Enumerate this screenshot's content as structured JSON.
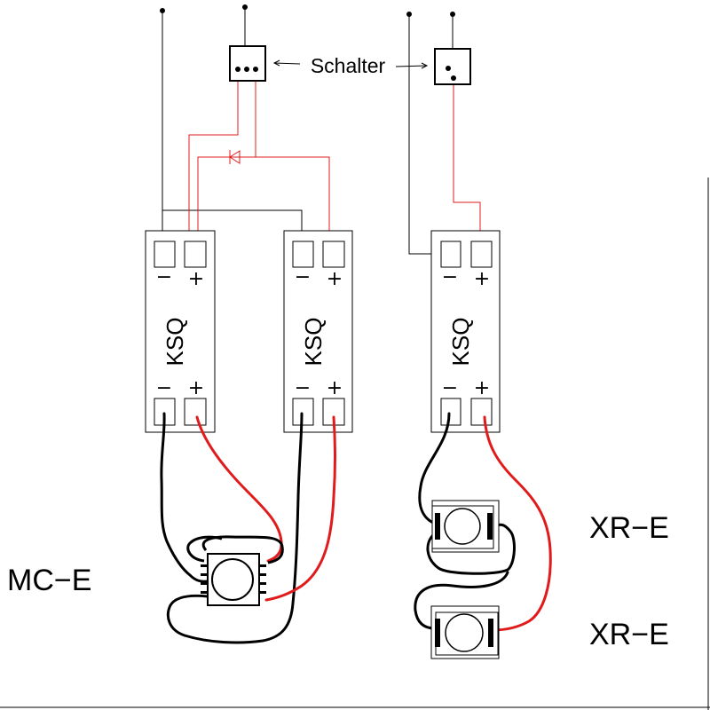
{
  "labels": {
    "switch": "Schalter",
    "driver": "KSQ",
    "minus": "−",
    "plus": "+",
    "led_mce": "MC−E",
    "led_xre_1": "XR−E",
    "led_xre_2": "XR−E"
  },
  "colors": {
    "wire_negative": "#000000",
    "wire_positive": "#e01b1b",
    "outline": "#000000",
    "background": "#ffffff"
  }
}
